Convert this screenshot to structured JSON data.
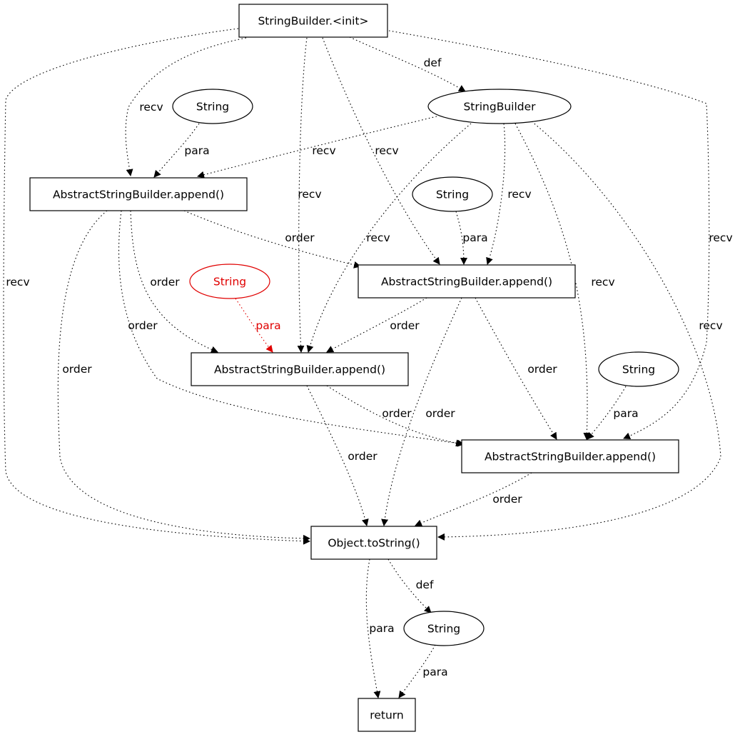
{
  "colors": {
    "default": "#000000",
    "highlight": "#e00000"
  },
  "nodes": {
    "init": {
      "label": "StringBuilder.<init>",
      "shape": "box"
    },
    "sb": {
      "label": "StringBuilder",
      "shape": "ellipse"
    },
    "str1": {
      "label": "String",
      "shape": "ellipse"
    },
    "app1": {
      "label": "AbstractStringBuilder.append()",
      "shape": "box"
    },
    "str2": {
      "label": "String",
      "shape": "ellipse"
    },
    "app2": {
      "label": "AbstractStringBuilder.append()",
      "shape": "box"
    },
    "str3": {
      "label": "String",
      "shape": "ellipse",
      "highlight": true
    },
    "app3": {
      "label": "AbstractStringBuilder.append()",
      "shape": "box"
    },
    "str4": {
      "label": "String",
      "shape": "ellipse"
    },
    "app4": {
      "label": "AbstractStringBuilder.append()",
      "shape": "box"
    },
    "tostr": {
      "label": "Object.toString()",
      "shape": "box"
    },
    "str5": {
      "label": "String",
      "shape": "ellipse"
    },
    "ret": {
      "label": "return",
      "shape": "box"
    }
  },
  "edges": [
    {
      "id": "e1",
      "from": "init",
      "to": "sb",
      "label": "def"
    },
    {
      "id": "e2",
      "from": "init",
      "to": "app1",
      "label": "recv"
    },
    {
      "id": "e3",
      "from": "init",
      "to": "app3",
      "label": "recv"
    },
    {
      "id": "e4",
      "from": "init",
      "to": "app2",
      "label": "recv"
    },
    {
      "id": "e5",
      "from": "init",
      "to": "tostr",
      "label": "recv"
    },
    {
      "id": "e6",
      "from": "init",
      "to": "app4",
      "label": "recv"
    },
    {
      "id": "e7",
      "from": "str1",
      "to": "app1",
      "label": "para"
    },
    {
      "id": "e8",
      "from": "sb",
      "to": "app1",
      "label": "recv"
    },
    {
      "id": "e9",
      "from": "sb",
      "to": "app3",
      "label": "recv"
    },
    {
      "id": "e10",
      "from": "sb",
      "to": "app2",
      "label": "recv"
    },
    {
      "id": "e11",
      "from": "sb",
      "to": "app4",
      "label": "recv"
    },
    {
      "id": "e12",
      "from": "sb",
      "to": "tostr",
      "label": "recv"
    },
    {
      "id": "e13",
      "from": "str2",
      "to": "app2",
      "label": "para"
    },
    {
      "id": "e14",
      "from": "app1",
      "to": "app2",
      "label": "order"
    },
    {
      "id": "e15",
      "from": "app1",
      "to": "app3",
      "label": "order"
    },
    {
      "id": "e16",
      "from": "app1",
      "to": "app4",
      "label": "order"
    },
    {
      "id": "e17",
      "from": "app1",
      "to": "tostr",
      "label": "order"
    },
    {
      "id": "e18",
      "from": "str3",
      "to": "app3",
      "label": "para",
      "highlight": true
    },
    {
      "id": "e19",
      "from": "app2",
      "to": "app3",
      "label": "order"
    },
    {
      "id": "e20",
      "from": "app2",
      "to": "app4",
      "label": "order"
    },
    {
      "id": "e21",
      "from": "app2",
      "to": "tostr",
      "label": "order"
    },
    {
      "id": "e22",
      "from": "str4",
      "to": "app4",
      "label": "para"
    },
    {
      "id": "e23",
      "from": "app3",
      "to": "app4",
      "label": "order"
    },
    {
      "id": "e24",
      "from": "app3",
      "to": "tostr",
      "label": "order"
    },
    {
      "id": "e25",
      "from": "app4",
      "to": "tostr",
      "label": "order"
    },
    {
      "id": "e26",
      "from": "tostr",
      "to": "str5",
      "label": "def"
    },
    {
      "id": "e27",
      "from": "tostr",
      "to": "ret",
      "label": "para"
    },
    {
      "id": "e28",
      "from": "str5",
      "to": "ret",
      "label": "para"
    }
  ]
}
